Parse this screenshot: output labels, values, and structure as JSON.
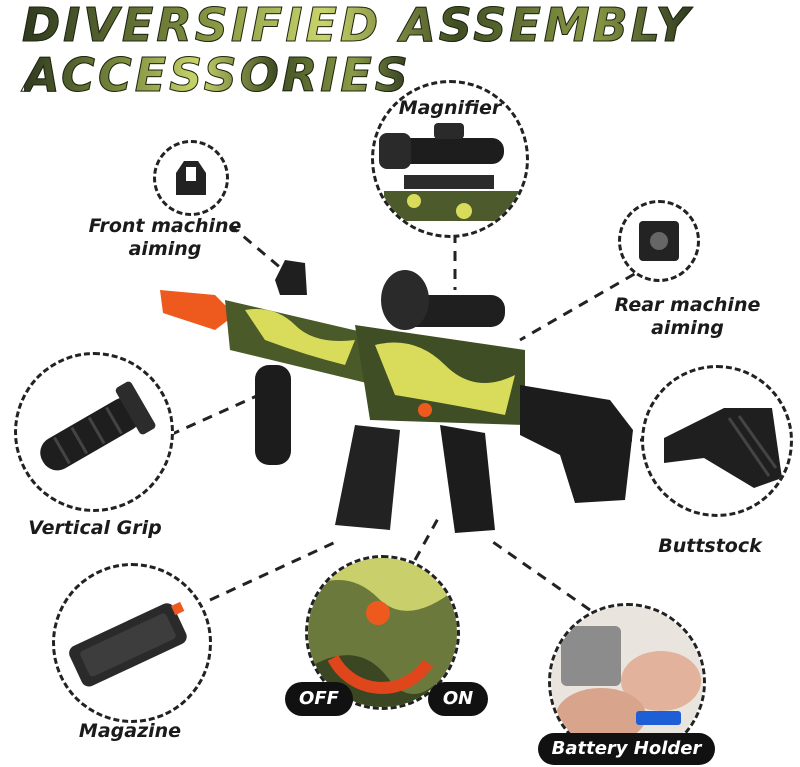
{
  "title": {
    "line1": "DIVERSIFIED ASSEMBLY",
    "line2": "ACCESSORIES"
  },
  "labels": {
    "magnifier": "Magnifier",
    "front_machine_aiming": "Front machine aiming",
    "rear_machine_aiming": "Rear machine aiming",
    "vertical_grip": "Vertical Grip",
    "buttstock": "Buttstock",
    "magazine": "Magazine",
    "battery_holder": "Battery Holder",
    "off": "OFF",
    "on": "ON"
  },
  "colors": {
    "camo_dark": "#3b4a24",
    "camo_yellow": "#d8dc5a",
    "tip_orange": "#ee5a1e",
    "black": "#1a1a1a"
  }
}
